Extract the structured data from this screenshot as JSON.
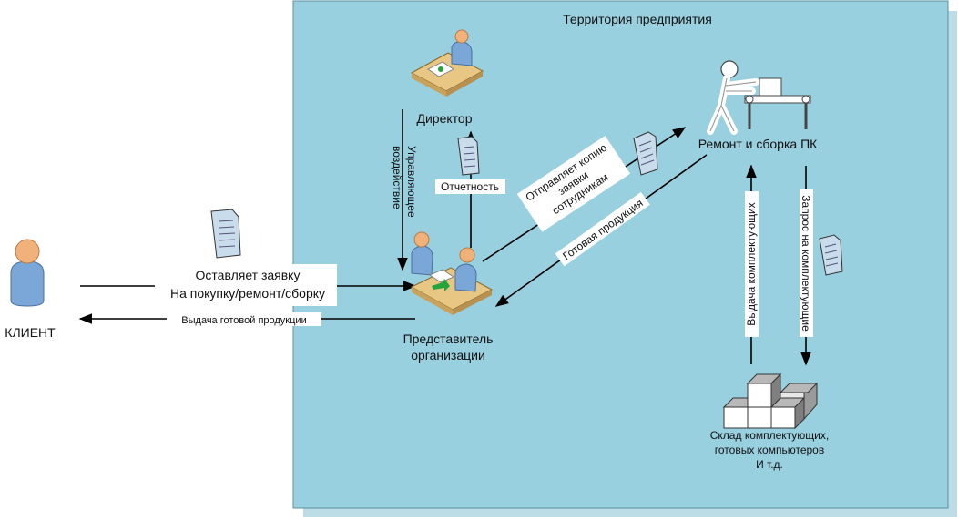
{
  "zone": {
    "title": "Территория предприятия"
  },
  "nodes": {
    "client": "КЛИЕНТ",
    "director": "Директор",
    "rep_line1": "Представитель",
    "rep_line2": "организации",
    "repair": "Ремонт и сборка ПК",
    "warehouse_line1": "Склад комплектующих,",
    "warehouse_line2": "готовых компьютеров",
    "warehouse_line3": "И т.д."
  },
  "edges": {
    "request_line1": "Оставляет заявку",
    "request_line2": "На покупку/ремонт/сборку",
    "delivery": "Выдача готовой продукции",
    "control_line1": "Управляющее",
    "control_line2": "воздействие",
    "report": "Отчетность",
    "copy_line1": "Отправляет копию",
    "copy_line2": "заявки",
    "copy_line3": "сотрудникам",
    "ready": "Готовая продукция",
    "parts_issue": "Выдача комплектующих",
    "parts_request": "Запрос на комплектующие"
  },
  "colors": {
    "zone_fill": "#99d0df",
    "zone_shadow": "#bcdde6",
    "line": "#000000",
    "person_body": "#7aa6d8",
    "person_head": "#f0b27a",
    "desk": "#e8c784",
    "document": "#c8dcec",
    "green_mark": "#27a33d"
  },
  "icons": [
    "person-icon",
    "director-at-desk-icon",
    "meeting-at-desk-icon",
    "conveyor-worker-icon",
    "document-icon",
    "boxes-stack-icon"
  ]
}
